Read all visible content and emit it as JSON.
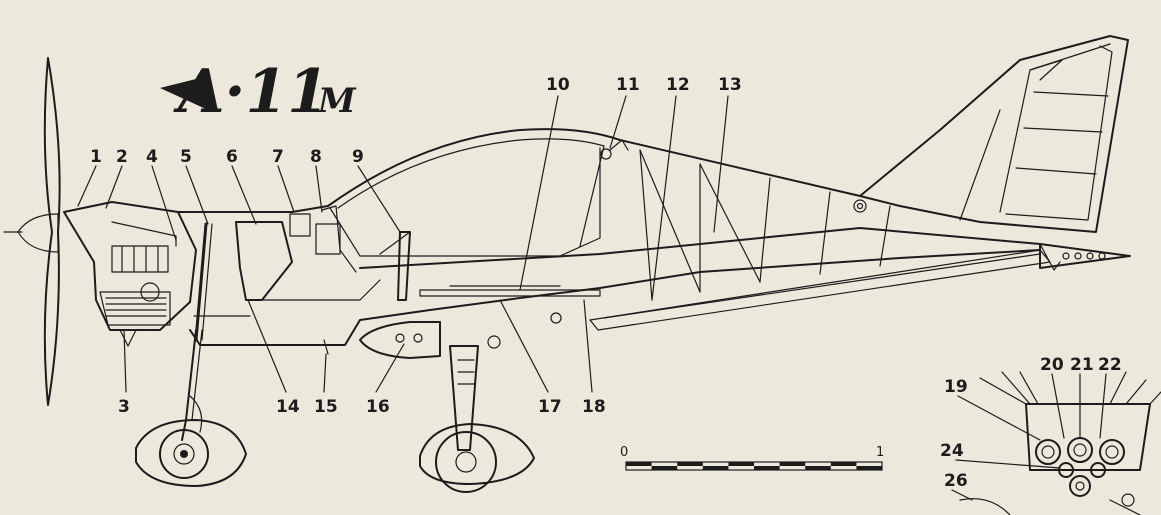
{
  "title": {
    "main": "A·11",
    "suffix": "M"
  },
  "callouts": [
    {
      "id": "c1",
      "label": "1"
    },
    {
      "id": "c2",
      "label": "2"
    },
    {
      "id": "c3",
      "label": "3"
    },
    {
      "id": "c4",
      "label": "4"
    },
    {
      "id": "c5",
      "label": "5"
    },
    {
      "id": "c6",
      "label": "6"
    },
    {
      "id": "c7",
      "label": "7"
    },
    {
      "id": "c8",
      "label": "8"
    },
    {
      "id": "c9",
      "label": "9"
    },
    {
      "id": "c10",
      "label": "10"
    },
    {
      "id": "c11",
      "label": "11"
    },
    {
      "id": "c12",
      "label": "12"
    },
    {
      "id": "c13",
      "label": "13"
    },
    {
      "id": "c14",
      "label": "14"
    },
    {
      "id": "c15",
      "label": "15"
    },
    {
      "id": "c16",
      "label": "16"
    },
    {
      "id": "c17",
      "label": "17"
    },
    {
      "id": "c18",
      "label": "18"
    },
    {
      "id": "c19",
      "label": "19"
    },
    {
      "id": "c20",
      "label": "20"
    },
    {
      "id": "c21",
      "label": "21"
    },
    {
      "id": "c22",
      "label": "22"
    },
    {
      "id": "c24",
      "label": "24"
    },
    {
      "id": "c26",
      "label": "26"
    }
  ],
  "scale_bar": {
    "start_label": "0",
    "end_label": "1"
  }
}
